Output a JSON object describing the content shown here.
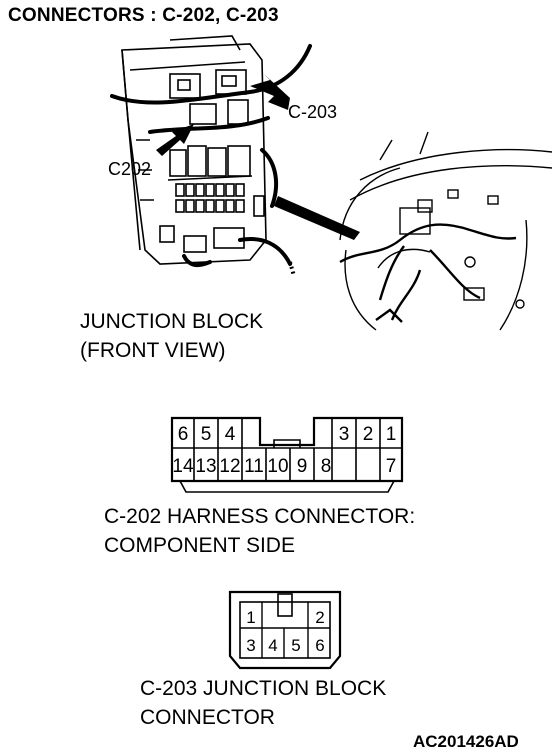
{
  "title": "CONNECTORS : C-202, C-203",
  "callouts": {
    "c202": "C202",
    "c203": "C-203"
  },
  "junction_block_label": {
    "line1": "JUNCTION BLOCK",
    "line2": "(FRONT VIEW)"
  },
  "c202": {
    "top_row": [
      "6",
      "5",
      "4",
      "3",
      "2",
      "1"
    ],
    "bottom_row": [
      "14",
      "13",
      "12",
      "11",
      "10",
      "9",
      "8",
      "7"
    ],
    "caption_line1": "C-202 HARNESS CONNECTOR:",
    "caption_line2": "COMPONENT SIDE"
  },
  "c203": {
    "top_row": [
      "1",
      "2"
    ],
    "bottom_row": [
      "3",
      "4",
      "5",
      "6"
    ],
    "caption_line1": "C-203 JUNCTION BLOCK",
    "caption_line2": "CONNECTOR"
  },
  "figure_code": "AC201426AD"
}
